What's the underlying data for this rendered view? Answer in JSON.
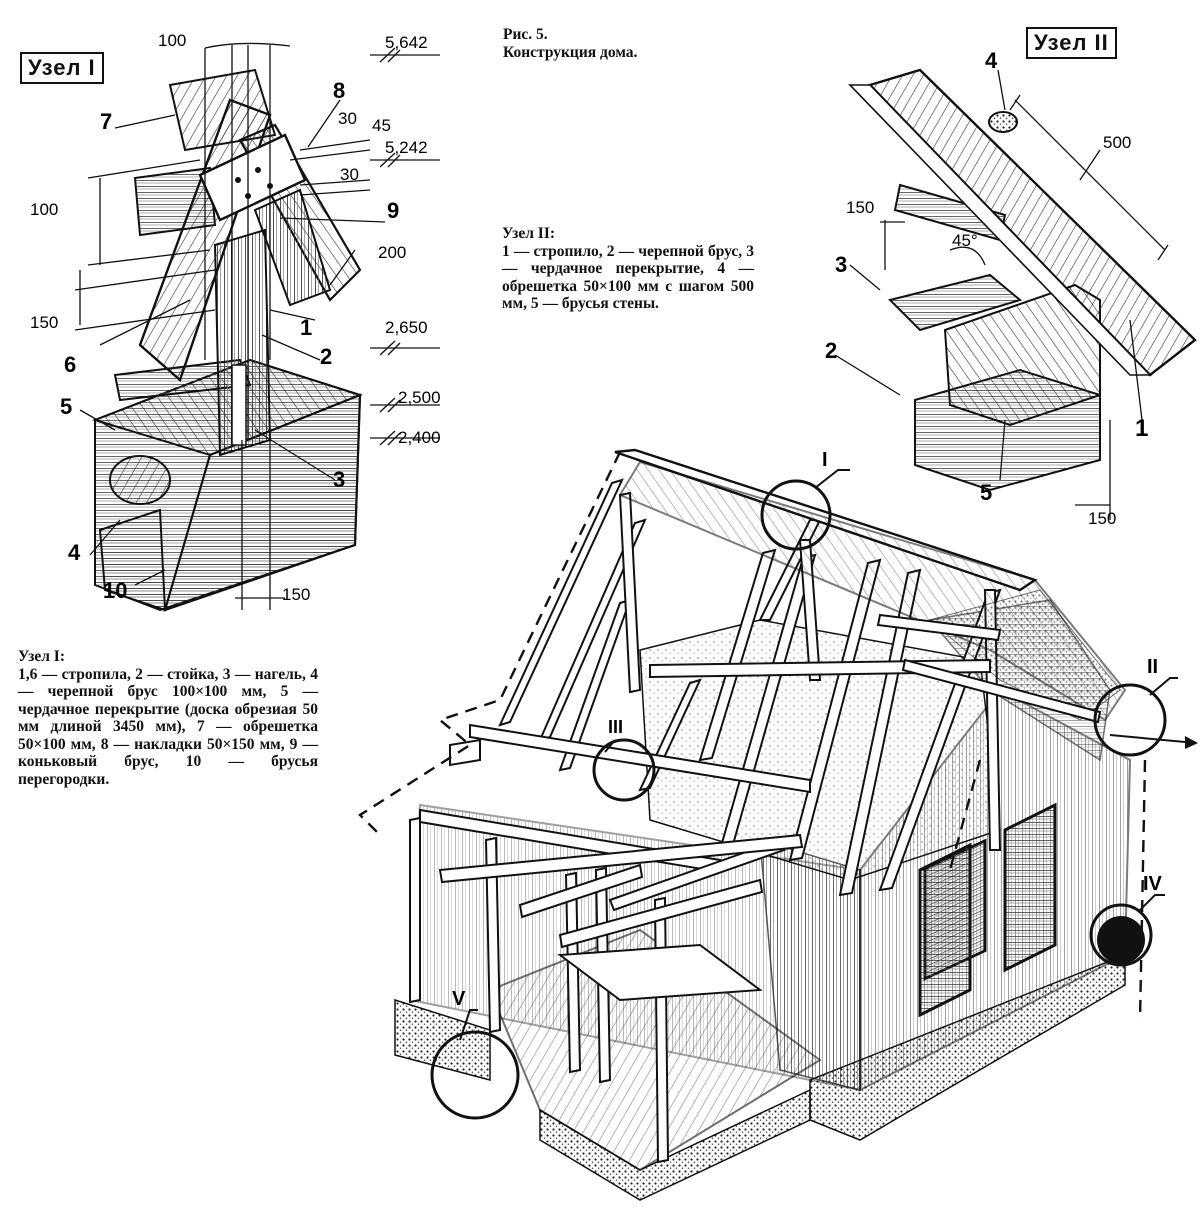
{
  "figure": {
    "caption_number": "Рис. 5.",
    "caption_title": "Конструкция дома."
  },
  "node1": {
    "box_label": "Узел I",
    "legend_title": "Узел I:",
    "legend_text": "1,6 — стропила, 2 — стойка, 3 — нагель, 4 — черепной брус 100×100 мм, 5 — чердачное перекрытие (доска обрезиая 50 мм длиной 3450 мм), 7 — обрешетка 50×100 мм, 8 — накладки 50×150 мм, 9 — коньковый брус, 10 — брусья перегородки.",
    "parts": [
      "1",
      "2",
      "3",
      "4",
      "5",
      "6",
      "7",
      "8",
      "9",
      "10"
    ],
    "dims": [
      "100",
      "100",
      "150",
      "30",
      "45",
      "30",
      "200",
      "150"
    ],
    "levels": [
      "5,642",
      "5,242",
      "2,650",
      "2,500",
      "2,400"
    ]
  },
  "node2": {
    "box_label": "Узел II",
    "legend_title": "Узел II:",
    "legend_text": "1 — стропило, 2 — черепной брус, 3 — чердачное перекрытие, 4 — обрешетка 50×100 мм с шагом 500 мм, 5 — брусья стены.",
    "parts": [
      "1",
      "2",
      "3",
      "4",
      "5"
    ],
    "dims": [
      "500",
      "150",
      "45°",
      "150"
    ]
  },
  "house": {
    "callouts": [
      "I",
      "II",
      "III",
      "IV",
      "V"
    ]
  },
  "colors": {
    "ink": "#111111",
    "shade": "#555555",
    "paper": "#ffffff"
  }
}
